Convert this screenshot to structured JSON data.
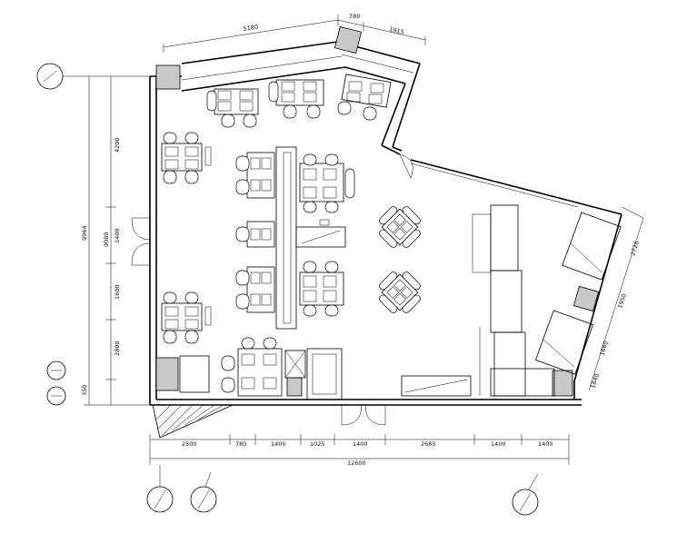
{
  "dimensions": {
    "top": [
      "5180",
      "780",
      "1915"
    ],
    "left_overall": "9964",
    "left_outer": "9080",
    "left_segments": [
      "4200",
      "1400",
      "1600",
      "2800",
      "350"
    ],
    "bottom_segments": [
      "2500",
      "780",
      "1400",
      "1025",
      "1400",
      "2685",
      "1400",
      "1400"
    ],
    "bottom_total": "12600",
    "right": [
      "2720",
      "1950",
      "1660",
      "1840"
    ]
  },
  "colors": {
    "line": "#000000",
    "column_fill": "#c9c9c9",
    "background": "#ffffff"
  }
}
